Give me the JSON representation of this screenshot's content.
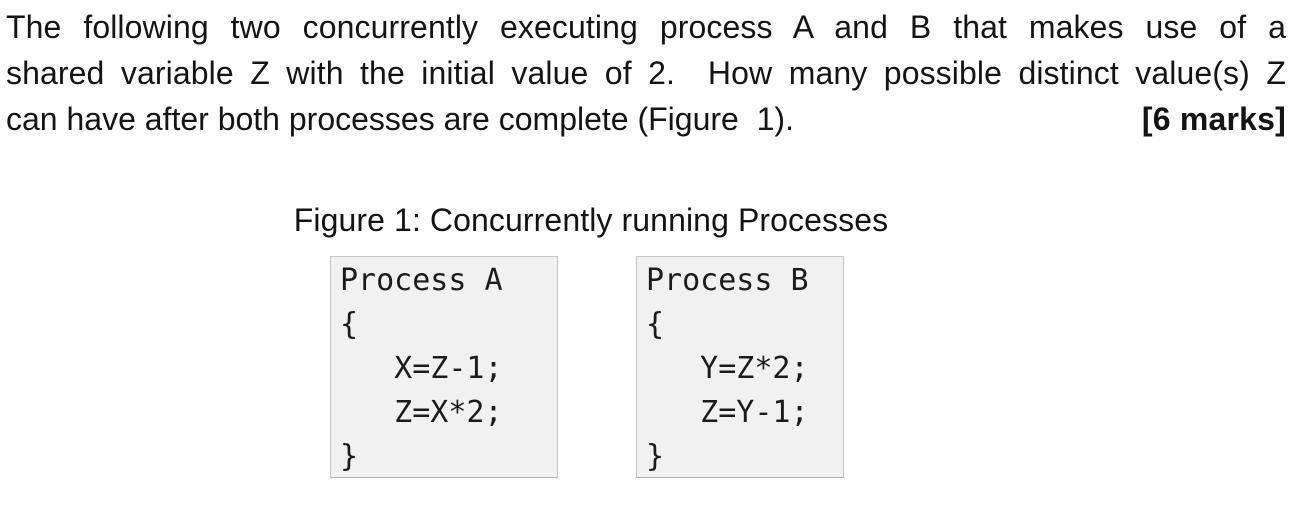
{
  "question": {
    "lines": [
      "The following two concurrently executing process A and B that makes use of a",
      "shared variable Z with the initial value of 2.  How many possible distinct value(s) Z",
      "can have after both processes are complete (Figure  1)."
    ],
    "marks_label": "[6 marks]"
  },
  "figure": {
    "caption": "Figure 1: Concurrently running Processes",
    "processes": [
      {
        "title": "Process A",
        "lines": [
          "Process A",
          "{",
          "   X=Z-1;",
          "   Z=X*2;",
          "}"
        ]
      },
      {
        "title": "Process B",
        "lines": [
          "Process B",
          "{",
          "   Y=Z*2;",
          "   Z=Y-1;",
          "}"
        ]
      }
    ]
  },
  "shared_variable": {
    "name": "Z",
    "initial_value": "2"
  },
  "colors": {
    "page_background": "#ffffff",
    "code_box_background": "#f1f1f1",
    "code_box_border": "#c6c6c6",
    "text": "#141414"
  }
}
